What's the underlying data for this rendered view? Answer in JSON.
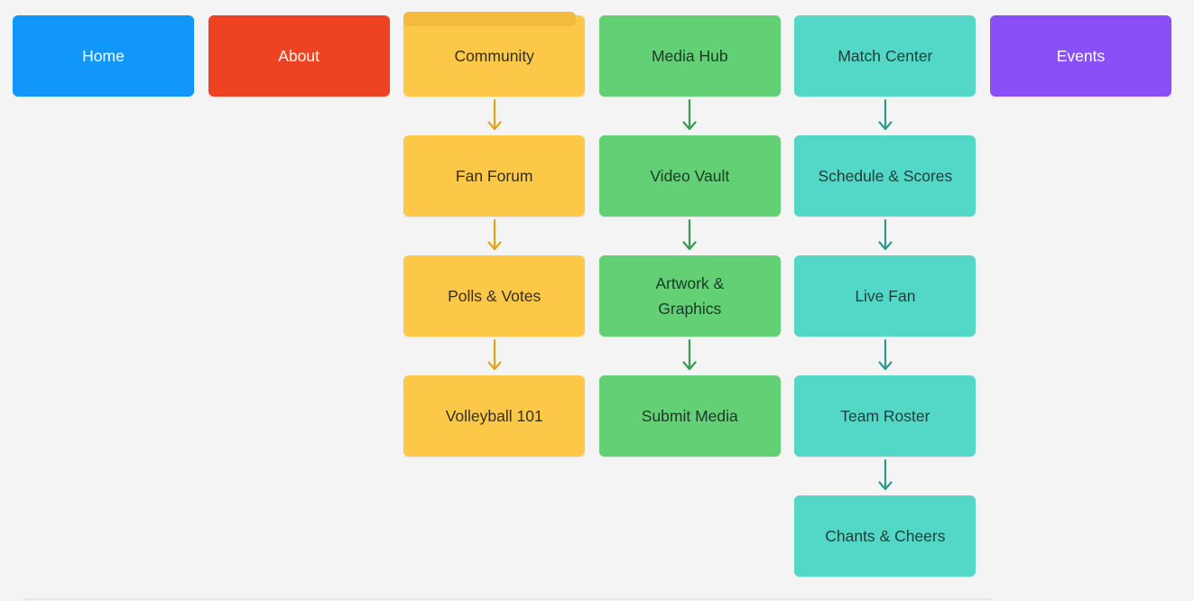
{
  "canvas": {
    "background": "#f4f4f4"
  },
  "sitemap": {
    "columns": [
      {
        "id": "home",
        "accent": "#1097f9",
        "text_color": "#ffffff",
        "nodes": [
          {
            "label": "Home"
          }
        ]
      },
      {
        "id": "about",
        "accent": "#ee4323",
        "text_color": "#ffffff",
        "nodes": [
          {
            "label": "About"
          }
        ]
      },
      {
        "id": "community",
        "accent": "#fdc847",
        "stack_color": "#f3ba3d",
        "text_color": "#32301f",
        "arrow_color": "#e2a414",
        "nodes": [
          {
            "label": "Community"
          },
          {
            "label": "Fan Forum"
          },
          {
            "label": "Polls & Votes"
          },
          {
            "label": "Volleyball 101"
          }
        ]
      },
      {
        "id": "media-hub",
        "accent": "#63d076",
        "text_color": "#1a3a25",
        "arrow_color": "#369c50",
        "nodes": [
          {
            "label": "Media Hub"
          },
          {
            "label": "Video Vault"
          },
          {
            "label": "Artwork & Graphics"
          },
          {
            "label": "Submit Media"
          }
        ]
      },
      {
        "id": "match-center",
        "accent": "#53d8c7",
        "text_color": "#1d3f3b",
        "arrow_color": "#2f998d",
        "nodes": [
          {
            "label": "Match Center"
          },
          {
            "label": "Schedule & Scores"
          },
          {
            "label": "Live Fan"
          },
          {
            "label": "Team Roster"
          },
          {
            "label": "Chants & Cheers"
          }
        ]
      },
      {
        "id": "events",
        "accent": "#8a50f8",
        "text_color": "#ffffff",
        "nodes": [
          {
            "label": "Events"
          }
        ]
      }
    ]
  }
}
